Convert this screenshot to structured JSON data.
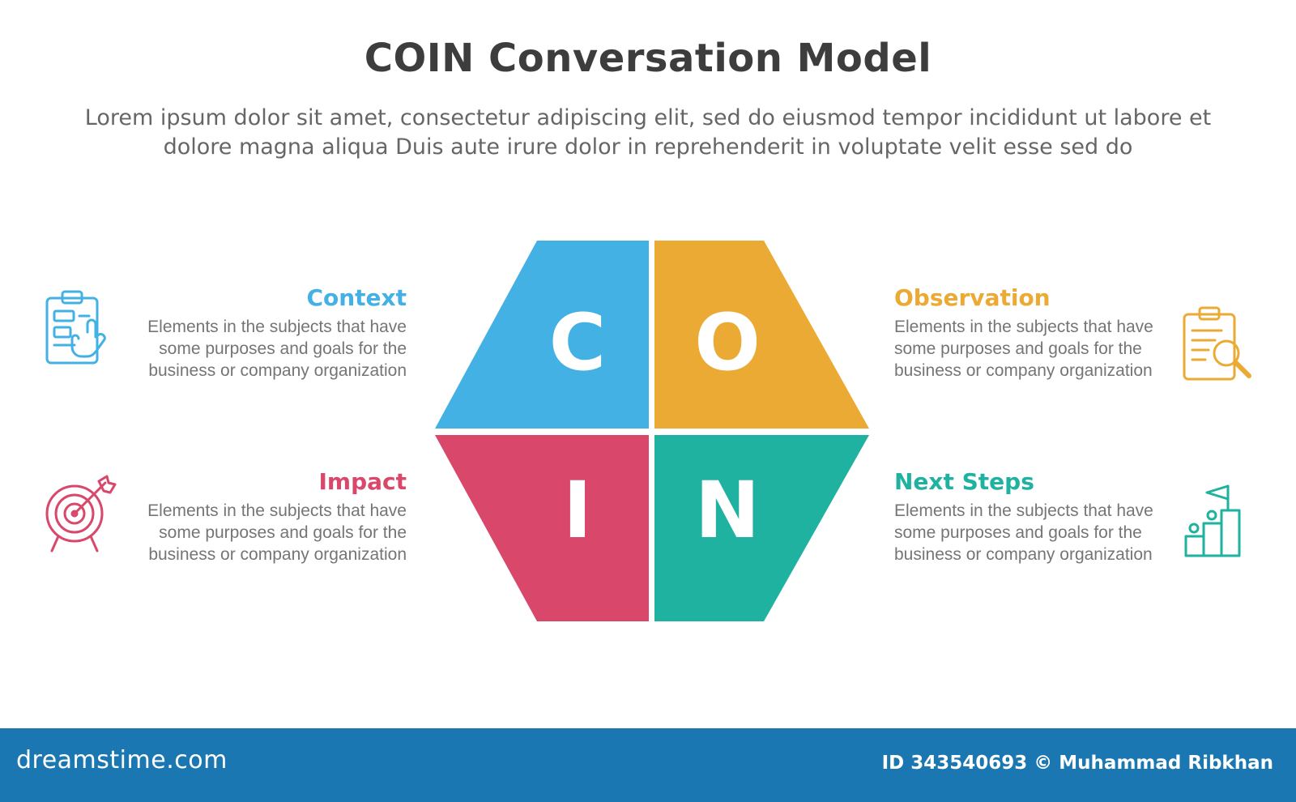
{
  "header": {
    "title": "COIN Conversation Model",
    "subtitle": "Lorem ipsum dolor sit amet, consectetur adipiscing elit, sed do eiusmod tempor incididunt ut labore et dolore magna aliqua Duis aute irure dolor in reprehenderit in voluptate velit esse sed do"
  },
  "quadrants": [
    {
      "letter": "C",
      "heading": "Context",
      "color": "#43b1e3",
      "desc": "Elements in the subjects that have some purposes and goals for the business or company organization",
      "icon": "clipboard-hand-icon"
    },
    {
      "letter": "O",
      "heading": "Observation",
      "color": "#eaaa33",
      "desc": "Elements in the subjects that have some purposes and goals for the business or company organization",
      "icon": "clipboard-magnifier-icon"
    },
    {
      "letter": "I",
      "heading": "Impact",
      "color": "#d9476b",
      "desc": "Elements in the subjects that have some purposes and goals for the business or company organization",
      "icon": "target-arrow-icon"
    },
    {
      "letter": "N",
      "heading": "Next Steps",
      "color": "#1fb2a0",
      "desc": "Elements in the subjects that have some purposes and goals for the business or company organization",
      "icon": "steps-flag-icon"
    }
  ],
  "footer": {
    "brand": "dreamstime.com",
    "credit": "ID 343540693 © Muhammad Ribkhan",
    "color": "#1a77b1"
  }
}
